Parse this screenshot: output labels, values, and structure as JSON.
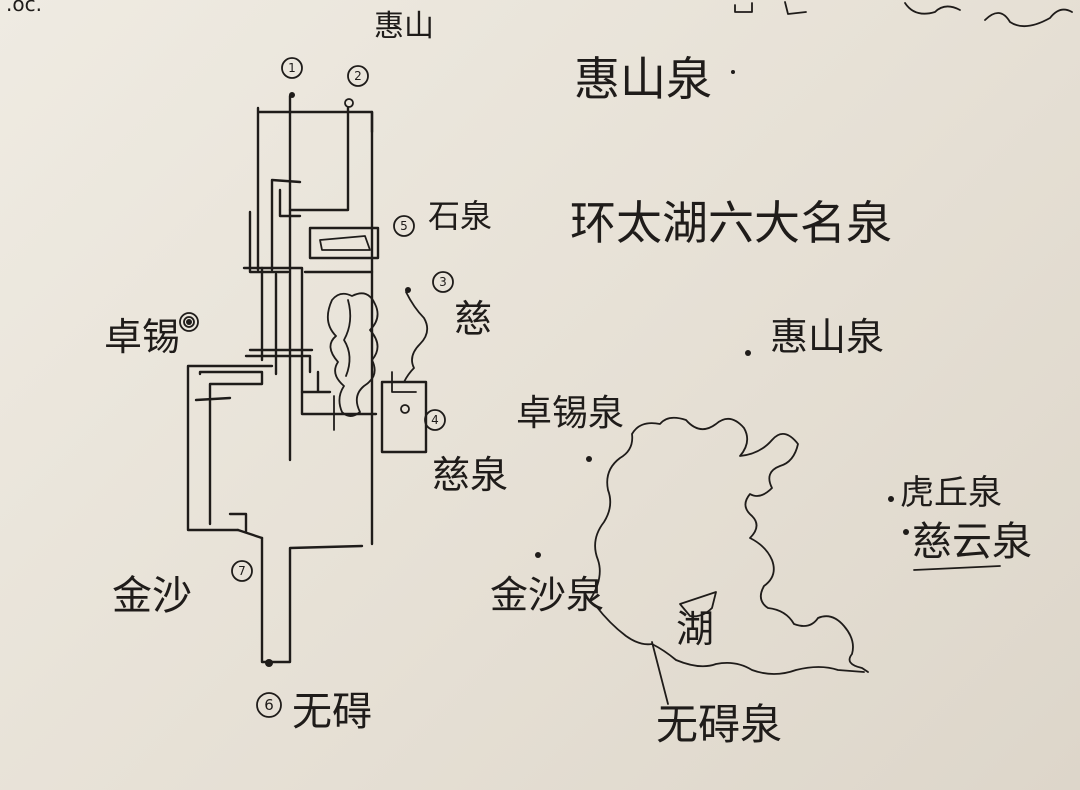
{
  "corner_text": ".oc.",
  "title": "惠山泉",
  "subtitle": "环太湖六大名泉",
  "left_map": {
    "top_label": "惠山",
    "markers": [
      "1",
      "2",
      "3",
      "4",
      "5",
      "6",
      "7"
    ],
    "labels": {
      "shiquan": "石泉",
      "zhuoxi": "卓锡",
      "hui": "慈",
      "huiquan": "慈泉",
      "jinsha": "金沙",
      "wuai": "无碍"
    }
  },
  "right_map": {
    "springs": [
      "惠山泉",
      "卓锡泉",
      "金沙泉",
      "无碍泉",
      "虎丘泉",
      "慈云泉"
    ],
    "center_mark": "湖"
  }
}
